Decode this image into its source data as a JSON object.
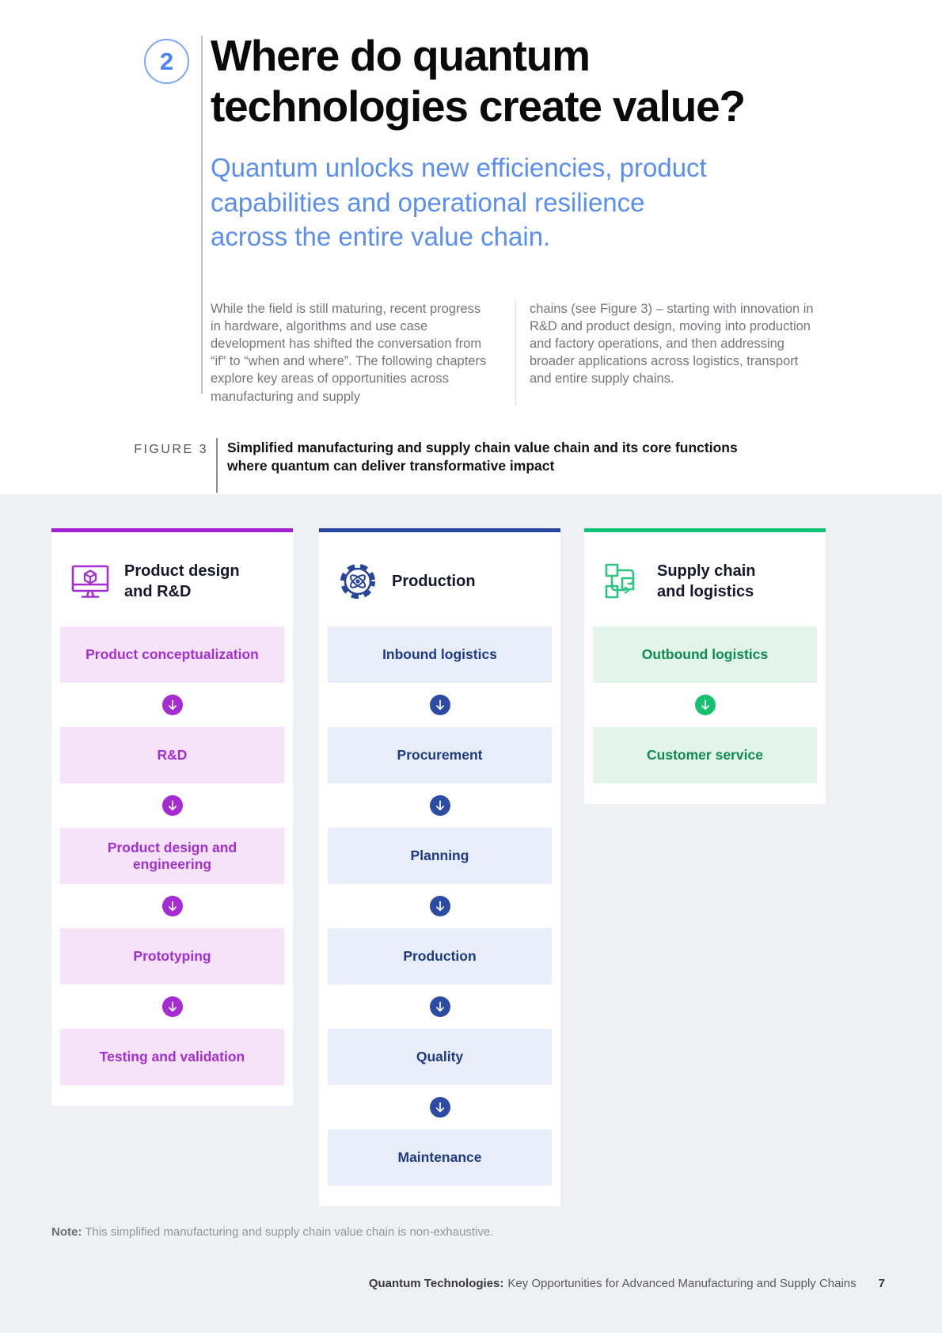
{
  "header": {
    "section_number": "2",
    "title": "Where do quantum\ntechnologies create value?",
    "subtitle": "Quantum unlocks new efficiencies, product\ncapabilities and operational resilience\nacross the entire value chain.",
    "accent_blue": "#5b8ef3"
  },
  "body": {
    "col1": "While the field is still maturing, recent progress in hardware, algorithms and use case development has shifted the conversation from “if” to “when and where”. The following chapters explore key areas of opportunities across manufacturing and supply",
    "col2": "chains (see Figure 3) – starting with innovation in R&D and product design, moving into production and factory operations, and then addressing broader applications across logistics, transport and entire supply chains."
  },
  "figure": {
    "label": "FIGURE 3",
    "caption": "Simplified manufacturing and supply chain value chain and its core functions\nwhere quantum can deliver transformative impact",
    "columns": [
      {
        "id": "product-design-rd",
        "title": "Product design\nand R&D",
        "icon": "monitor-cube-icon",
        "colors": {
          "accent": "#a01ecf",
          "icon": "#a52fd2",
          "box_bg": "#f6e3fa",
          "box_text": "#a32fd2",
          "arrow": "#a62bd3"
        },
        "items": [
          "Product conceptualization",
          "R&D",
          "Product design and engineering",
          "Prototyping",
          "Testing and validation"
        ]
      },
      {
        "id": "production",
        "title": "Production",
        "icon": "gear-atom-icon",
        "colors": {
          "accent": "#26459b",
          "icon": "#26459b",
          "box_bg": "#e8eef9",
          "box_text": "#1e3a85",
          "arrow": "#2c4ca4"
        },
        "items": [
          "Inbound logistics",
          "Procurement",
          "Planning",
          "Production",
          "Quality",
          "Maintenance"
        ]
      },
      {
        "id": "supply-chain-logistics",
        "title": "Supply chain\nand logistics",
        "icon": "flow-boxes-icon",
        "colors": {
          "accent": "#0ec276",
          "icon": "#2bc482",
          "box_bg": "#e3f4ea",
          "box_text": "#0d8b51",
          "arrow": "#16c06e"
        },
        "items": [
          "Outbound logistics",
          "Customer service"
        ]
      }
    ]
  },
  "note": {
    "label": "Note:",
    "text": " This simplified manufacturing and supply chain value chain is non-exhaustive."
  },
  "footer": {
    "title_bold": "Quantum Technologies:",
    "title_rest": "Key Opportunities for Advanced Manufacturing and Supply Chains",
    "page_number": "7"
  }
}
